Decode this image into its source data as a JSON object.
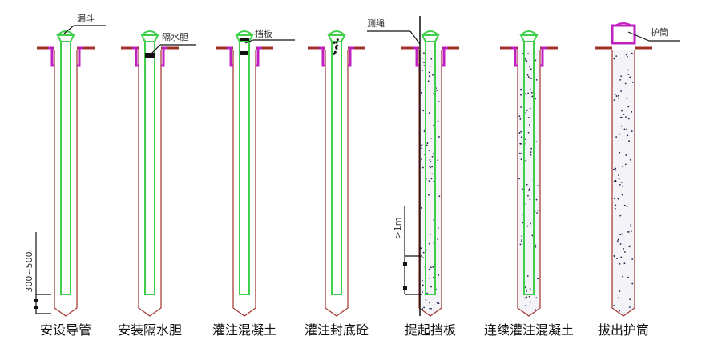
{
  "steps": [
    {
      "caption": "安设导管",
      "state": "tube"
    },
    {
      "caption": "安装隔水胆",
      "state": "plug"
    },
    {
      "caption": "灌注混凝土",
      "state": "pour"
    },
    {
      "caption": "灌注封底砼",
      "state": "seal"
    },
    {
      "caption": "提起挡板",
      "state": "lift"
    },
    {
      "caption": "连续灌注混凝土",
      "state": "continuous"
    },
    {
      "caption": "拔出护筒",
      "state": "casing-out"
    }
  ],
  "callouts": {
    "funnel": "漏斗",
    "water_plug": "隔水胆",
    "baffle": "挡板",
    "sounding_rope": "测绳",
    "casing": "护筒"
  },
  "dimensions": {
    "tube_clearance": "300~500",
    "embed_depth": ">1m"
  },
  "colors": {
    "tube": "#3fcf4a",
    "hole": "#a0302a",
    "casing": "#c020c0",
    "ground": "#a0302a",
    "concrete_dot": "#1a2550"
  }
}
